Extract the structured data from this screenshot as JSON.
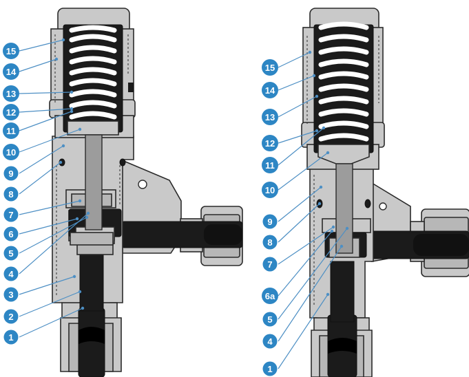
{
  "badge_color": "#2d86c4",
  "left_valve": {
    "callouts": [
      "15",
      "14",
      "13",
      "12",
      "11",
      "10",
      "9",
      "8",
      "7",
      "6",
      "5",
      "4",
      "3",
      "2",
      "1"
    ]
  },
  "right_valve": {
    "callouts": [
      "15",
      "14",
      "13",
      "12",
      "11",
      "10",
      "9",
      "8",
      "7",
      "6a",
      "5",
      "4",
      "1"
    ]
  }
}
